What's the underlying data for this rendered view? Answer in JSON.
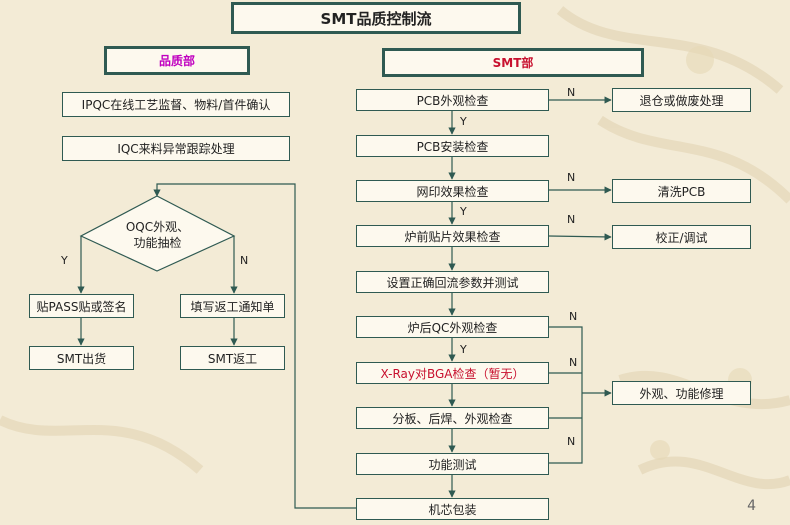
{
  "title": "SMT品质控制流",
  "qa": {
    "header": "品质部",
    "ipqc": "IPQC在线工艺监督、物料/首件确认",
    "iqc": "IQC来料异常跟踪处理",
    "oqc": "OQC外观、\n功能抽检",
    "pass_label": "贴PASS贴或签名",
    "fail_label": "填写返工通知单",
    "ship": "SMT出货",
    "rework": "SMT返工",
    "yes": "Y",
    "no": "N"
  },
  "smt": {
    "header": "SMT部",
    "steps": [
      "PCB外观检查",
      "PCB安装检查",
      "网印效果检查",
      "炉前贴片效果检查",
      "设置正确回流参数并测试",
      "炉后QC外观检查",
      "X-Ray对BGA检查（暂无）",
      "分板、后焊、外观检查",
      "功能测试",
      "机芯包装"
    ],
    "side": {
      "return": "退仓或做废处理",
      "clean": "清洗PCB",
      "adjust": "校正/调试",
      "repair": "外观、功能修理"
    },
    "yes": "Y",
    "no": "N"
  },
  "page_number": "4"
}
